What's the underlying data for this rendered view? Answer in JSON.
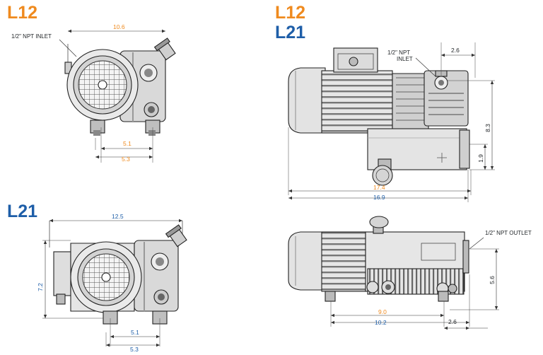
{
  "colors": {
    "l12": "#ef8a1e",
    "l21": "#1e5ea8",
    "line": "#222222",
    "metal_light": "#e9e9e9",
    "metal_mid": "#b9b9b9",
    "metal_dark": "#555555"
  },
  "labels": {
    "l12": "L12",
    "l21": "L21",
    "npt_inlet": "1/2\" NPT INLET",
    "npt_inlet_line1": "1/2\" NPT",
    "npt_inlet_line2": "INLET",
    "npt_outlet": "1/2\" NPT OUTLET"
  },
  "dimensions": {
    "l12_front": {
      "width": "10.6",
      "foot_inner": "5.1",
      "foot_outer": "5.3"
    },
    "side": {
      "height": "8.3",
      "inlet_offset": "2.6",
      "base_height": "1.9",
      "length_l12": "17.4",
      "length_l21": "16.9"
    },
    "l21_front": {
      "width": "12.5",
      "height": "7.2",
      "foot_inner": "5.1",
      "foot_outer": "5.3"
    },
    "top": {
      "outlet_height": "5.6",
      "length_l12": "9.0",
      "length_l21": "10.2",
      "outlet_offset": "2.6"
    }
  }
}
